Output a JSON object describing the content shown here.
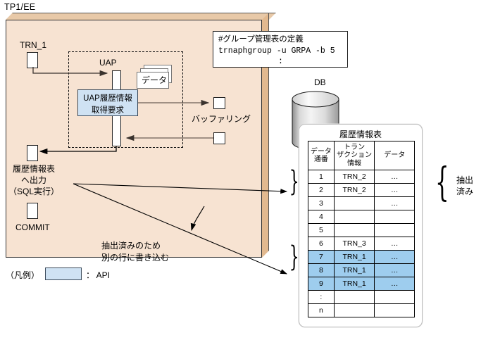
{
  "diagram": {
    "title": "TP1/EE",
    "enclosure_color": "#f7e3d2",
    "api_color": "#cfe2f3",
    "highlight_color": "#9ecdee"
  },
  "left_panel": {
    "trn_label": "TRN_1",
    "uap_label": "UAP",
    "data_card_label": "データ",
    "api_box_line1": "UAP履歴情報",
    "api_box_line2": "取得要求",
    "buffering_label": "バッファリング",
    "output_label_line1": "履歴情報表",
    "output_label_line2": "へ出力",
    "output_label_line3": "（SQL実行）",
    "commit_label": "COMMIT",
    "annotation_line1": "抽出済みのため",
    "annotation_line2": "別の行に書き込む"
  },
  "command_box": {
    "comment": "#グループ管理表の定義",
    "command": "trnaphgroup -u GRPA -b 5",
    "continuation": ":"
  },
  "db": {
    "label": "DB"
  },
  "table": {
    "title": "履歴情報表",
    "headers": [
      "データ通番",
      "トランザクション情報",
      "データ"
    ],
    "header_lines": [
      [
        "データ",
        "通番"
      ],
      [
        "トラン",
        "ザクション",
        "情報"
      ],
      [
        "データ"
      ]
    ],
    "rows": [
      {
        "no": "1",
        "trn": "TRN_2",
        "data": "…",
        "highlight": false
      },
      {
        "no": "2",
        "trn": "TRN_2",
        "data": "…",
        "highlight": false
      },
      {
        "no": "3",
        "trn": "",
        "data": "…",
        "highlight": false
      },
      {
        "no": "4",
        "trn": "",
        "data": "",
        "highlight": false
      },
      {
        "no": "5",
        "trn": "",
        "data": "",
        "highlight": false
      },
      {
        "no": "6",
        "trn": "TRN_3",
        "data": "…",
        "highlight": false
      },
      {
        "no": "7",
        "trn": "TRN_1",
        "data": "…",
        "highlight": true
      },
      {
        "no": "8",
        "trn": "TRN_1",
        "data": "…",
        "highlight": true
      },
      {
        "no": "9",
        "trn": "TRN_1",
        "data": "…",
        "highlight": true
      },
      {
        "no": ":",
        "trn": "",
        "data": "",
        "highlight": false
      },
      {
        "no": "n",
        "trn": "",
        "data": "",
        "highlight": false
      }
    ],
    "right_annotation_line1": "抽出",
    "right_annotation_line2": "済み"
  },
  "legend": {
    "prefix": "（凡例）",
    "api_text": "： API"
  }
}
